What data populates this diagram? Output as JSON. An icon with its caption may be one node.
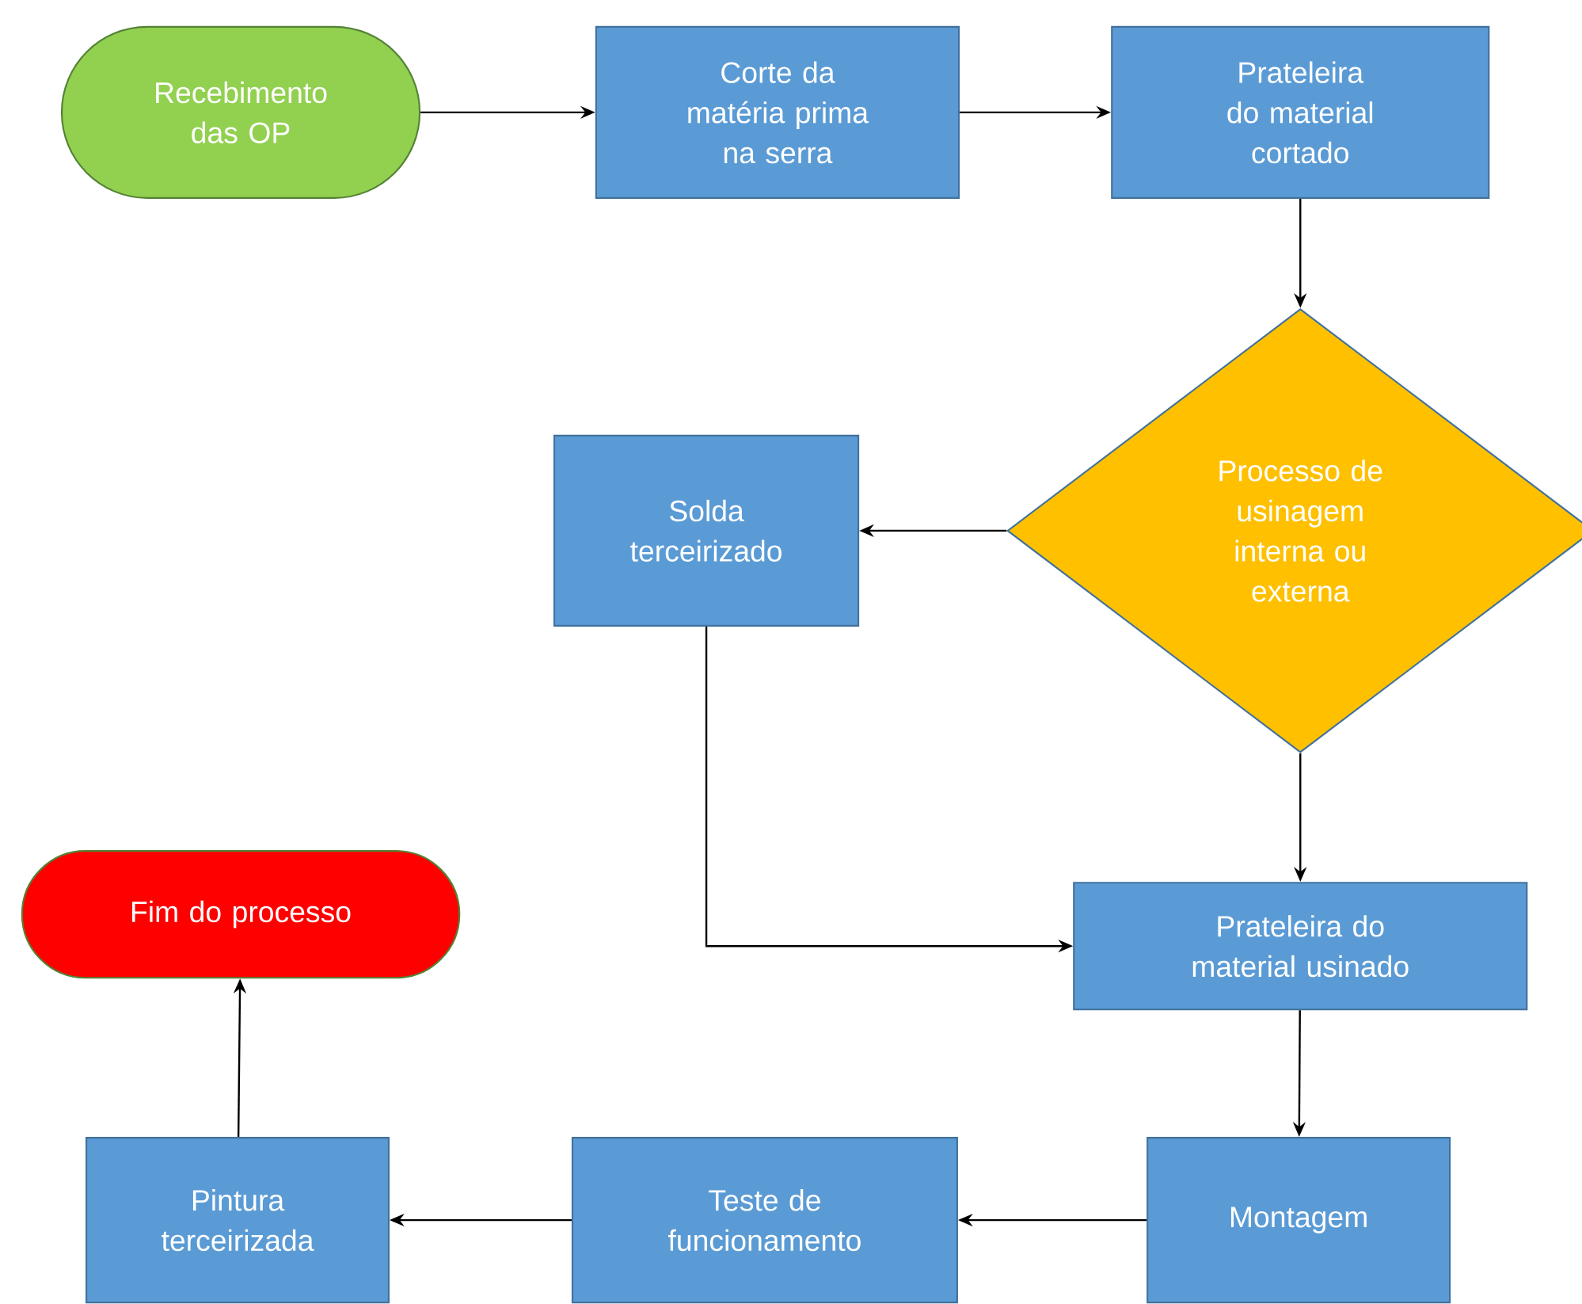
{
  "diagram": {
    "nodes": [
      {
        "text": [
          "Recebimento das OP"
        ]
      },
      {
        "text": [
          "Corte da matéria prima na serra"
        ]
      },
      {
        "text": [
          "Prateleira do material cortado"
        ]
      },
      {
        "text": [
          "Processo de usinagem interna ou externa"
        ]
      },
      {
        "text": [
          "Solda terceirizado"
        ]
      },
      {
        "text": [
          "Prateleira do material usinado"
        ]
      },
      {
        "text": [
          "Montagem"
        ]
      },
      {
        "text": [
          "Teste de funcionamento"
        ]
      },
      {
        "text": [
          "Pintura terceirizada"
        ]
      },
      {
        "text": [
          "Fim do processo"
        ]
      }
    ],
    "edges": [
      {
        "from": 0,
        "to": 1,
        "arrow": "to"
      },
      {
        "from": 1,
        "to": 2,
        "arrow": "to"
      },
      {
        "from": 2,
        "to": 3,
        "arrow": "to"
      },
      {
        "from": 3,
        "to": 4,
        "arrow": "to"
      },
      {
        "from": 3,
        "to": 5,
        "arrow": "to"
      },
      {
        "from": 4,
        "to": 5,
        "arrow": "to"
      },
      {
        "from": 5,
        "to": 6,
        "arrow": "to"
      },
      {
        "from": 6,
        "to": 7,
        "arrow": "to"
      },
      {
        "from": 7,
        "to": 8,
        "arrow": "to"
      },
      {
        "from": 8,
        "to": 9,
        "arrow": "to"
      }
    ]
  }
}
